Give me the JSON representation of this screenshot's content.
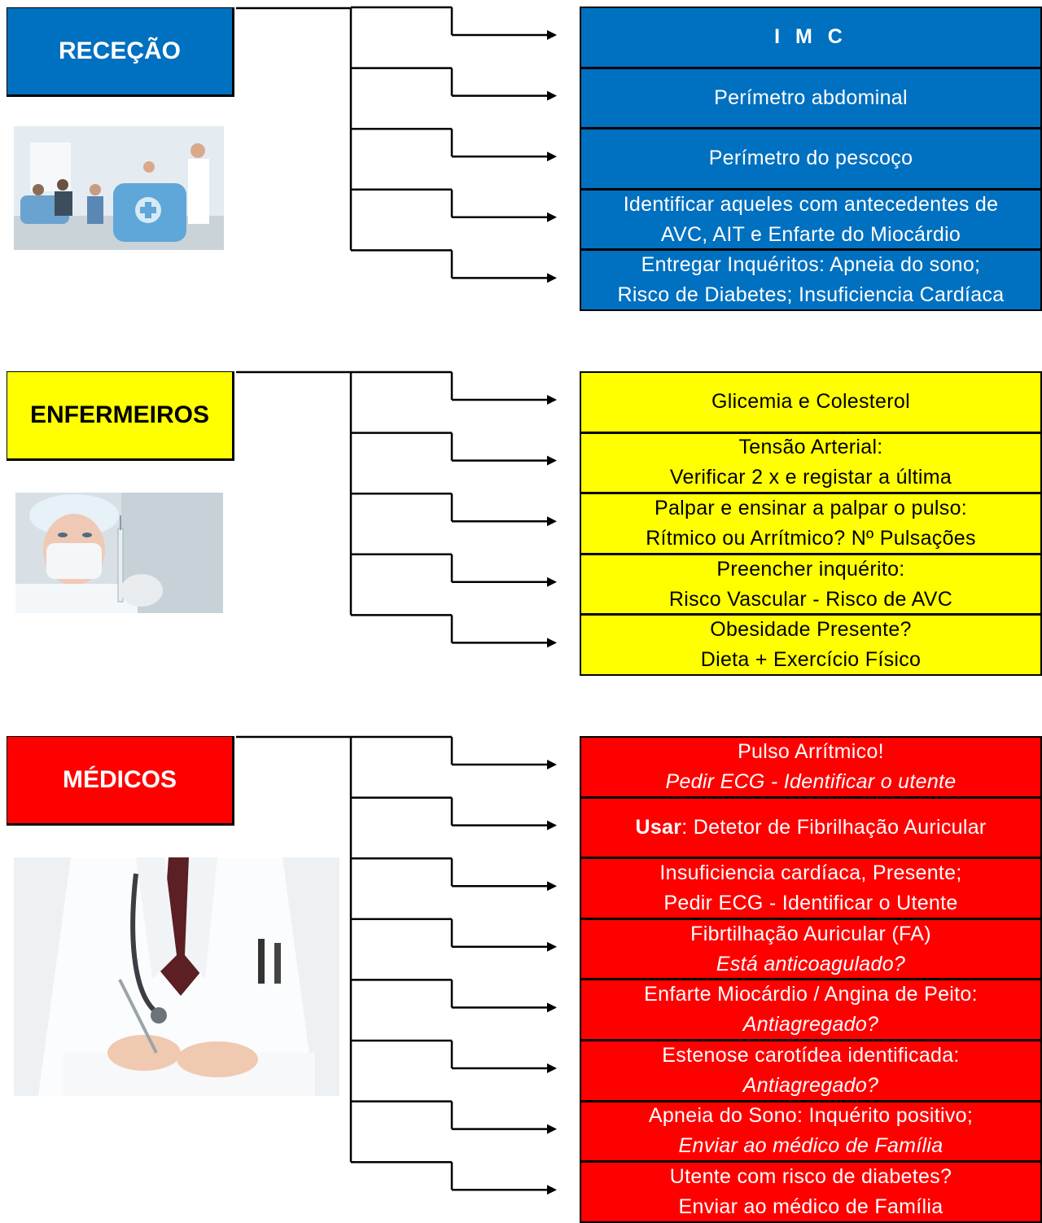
{
  "sections": {
    "rececao": {
      "title": "RECEÇÃO",
      "color": "#0070C0",
      "items": [
        {
          "lines": [
            "I M C"
          ]
        },
        {
          "lines": [
            "Perímetro abdominal"
          ]
        },
        {
          "lines": [
            "Perímetro do pescoço"
          ]
        },
        {
          "lines": [
            "Identificar aqueles com antecedentes de",
            "AVC, AIT e Enfarte do Miocárdio"
          ]
        },
        {
          "lines": [
            "Entregar Inquéritos: Apneia do sono;",
            "Risco de Diabetes; Insuficiencia Cardíaca"
          ]
        }
      ]
    },
    "enfermeiros": {
      "title": "ENFERMEIROS",
      "color": "#FFFF00",
      "items": [
        {
          "lines": [
            "Glicemia e Colesterol"
          ]
        },
        {
          "lines": [
            "Tensão Arterial:",
            "Verificar 2 x e registar a última"
          ]
        },
        {
          "lines": [
            "Palpar e ensinar a palpar o pulso:",
            "Rítmico ou Arrítmico?    Nº Pulsações"
          ]
        },
        {
          "lines": [
            "Preencher inquérito:",
            "Risco Vascular - Risco de AVC"
          ]
        },
        {
          "lines": [
            "Obesidade Presente?",
            "Dieta + Exercício Físico"
          ]
        }
      ]
    },
    "medicos": {
      "title": "MÉDICOS",
      "color": "#FF0000",
      "items": [
        {
          "lines": [
            "Pulso Arrítmico!",
            "Pedir ECG  -  Identificar o utente"
          ]
        },
        {
          "bold_prefix": "Usar",
          "lines": [
            ":  Detetor de Fibrilhação Auricular"
          ]
        },
        {
          "lines": [
            "Insuficiencia cardíaca, Presente;",
            "Pedir ECG - Identificar o Utente"
          ]
        },
        {
          "lines": [
            "Fibrtilhação Auricular (FA)",
            "Está anticoagulado?"
          ]
        },
        {
          "lines": [
            "Enfarte Miocárdio / Angina de Peito:",
            "Antiagregado?"
          ]
        },
        {
          "lines": [
            "Estenose carotídea identificada:",
            "Antiagregado?"
          ]
        },
        {
          "lines": [
            "Apneia do Sono: Inquérito positivo;",
            "Enviar ao médico de Família"
          ]
        },
        {
          "lines": [
            "Utente com risco de diabetes?",
            "Enviar ao médico de Família"
          ]
        }
      ]
    }
  }
}
